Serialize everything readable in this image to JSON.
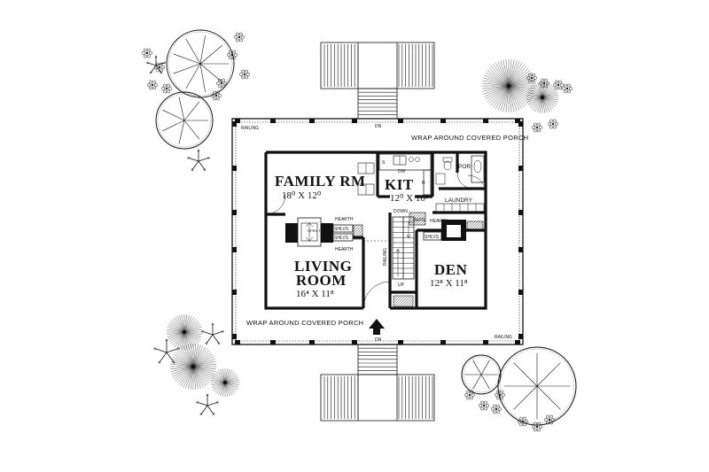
{
  "rooms": {
    "family": {
      "name": "FAMILY RM",
      "size": "18⁰ X 12⁰"
    },
    "kitchen": {
      "name": "KIT",
      "size": "12⁰ X 10²"
    },
    "living": {
      "name_line1": "LIVING",
      "name_line2": "ROOM",
      "size": "16⁴ X 11⁸"
    },
    "den": {
      "name": "DEN",
      "size": "12⁸ X 11⁸"
    },
    "laundry": {
      "name": "LAUNDRY"
    },
    "por": {
      "name": "POR"
    }
  },
  "labels": {
    "porch_top": "WRAP AROUND COVERED PORCH",
    "porch_bottom": "WRAP AROUND COVERED PORCH",
    "railing_left": "RAILING",
    "railing_right": "RAILING",
    "dn_top": "DN",
    "dn_bottom": "DN",
    "hearth_1": "HEARTH",
    "hearth_2": "HEARTH",
    "hearth_3": "HEARTH",
    "shlvs_1": "SHLVS",
    "shlvs_2": "SHLVS",
    "shlvs_3": "SHLVS",
    "down": "DOWN",
    "up": "UP",
    "refg": "REFG",
    "railing_stair": "RAILING",
    "dw": "DW",
    "s": "S",
    "r": "R",
    "open_thru": "OPEN THRU"
  }
}
